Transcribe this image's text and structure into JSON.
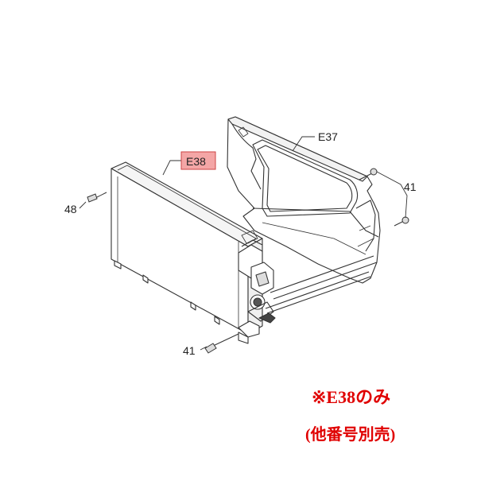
{
  "labels": {
    "e37": "E37",
    "e38": "E38",
    "screw_41_right": "41",
    "screw_41_bottom": "41",
    "screw_48": "48"
  },
  "highlight_color": "#f4a6a6",
  "note": {
    "line1": "※E38のみ",
    "line2": "(他番号別売)",
    "color": "#e00000"
  }
}
